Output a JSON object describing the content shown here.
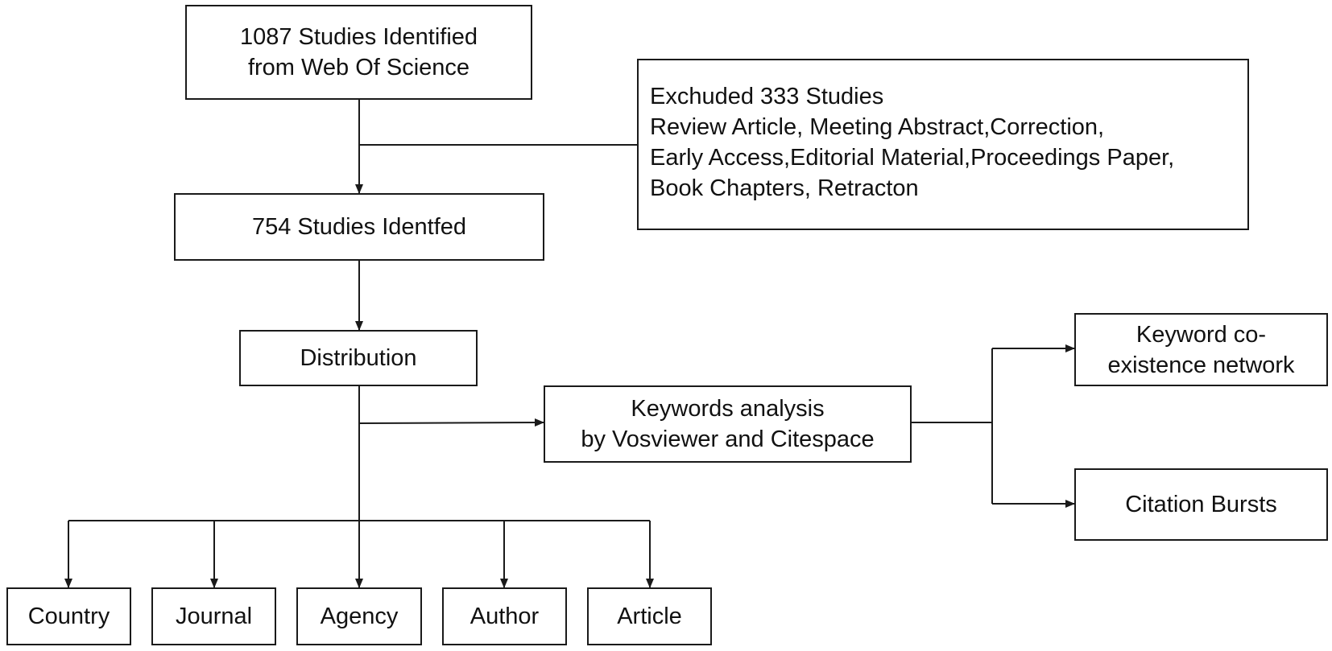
{
  "nodes": {
    "identified": {
      "lines": [
        "1087 Studies Identified",
        "from Web Of Science"
      ]
    },
    "excluded": {
      "lines": [
        "Exchuded 333 Studies",
        "Review Article, Meeting Abstract,Correction,",
        "Early Access,Editorial Material,Proceedings Paper,",
        "Book Chapters, Retracton"
      ]
    },
    "included": {
      "lines": [
        "754 Studies Identfed"
      ]
    },
    "distribution": {
      "lines": [
        "Distribution"
      ]
    },
    "keywords": {
      "lines": [
        "Keywords analysis",
        "by Vosviewer and Citespace"
      ]
    },
    "cooccurrence": {
      "lines": [
        "Keyword co-",
        "existence network"
      ]
    },
    "bursts": {
      "lines": [
        "Citation Bursts"
      ]
    },
    "country": {
      "lines": [
        "Country"
      ]
    },
    "journal": {
      "lines": [
        "Journal"
      ]
    },
    "agency": {
      "lines": [
        "Agency"
      ]
    },
    "author": {
      "lines": [
        "Author"
      ]
    },
    "article": {
      "lines": [
        "Article"
      ]
    }
  },
  "colors": {
    "stroke": "#1a1a1a",
    "background": "#ffffff"
  }
}
